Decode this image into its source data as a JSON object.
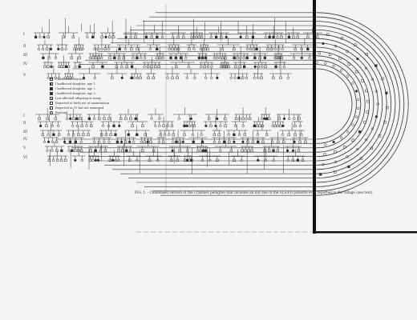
{
  "caption": "FIG. 1. - Condensed version of the Cranmer pedigree that includes all but one of the ALS/PD patients ever reported in the village (see text).",
  "generation_labels_top": [
    "I",
    "II",
    "III",
    "IV",
    "V"
  ],
  "generation_labels_bottom": [
    "I",
    "II",
    "III",
    "IV",
    "V",
    "VI"
  ],
  "legend": [
    {
      "symbol": "empty",
      "label": "Unaffected relatives"
    },
    {
      "symbol": "half",
      "label": "Unaffected daughter, age 1"
    },
    {
      "symbol": "filled",
      "label": "Unaffected daughter, age 2"
    },
    {
      "symbol": "filled",
      "label": "Unaffected daughter, age 3"
    },
    {
      "symbol": "dot",
      "label": "Low affected offspring or many"
    },
    {
      "symbol": "empty",
      "label": "Reported at birth not at examination"
    },
    {
      "symbol": "empty",
      "label": "Reported at 70 but not examined"
    },
    {
      "symbol": "circle",
      "label": "Proband"
    }
  ],
  "colors": {
    "ink": "#333333",
    "paper": "#f4f4f2",
    "scanline": "#111111"
  }
}
